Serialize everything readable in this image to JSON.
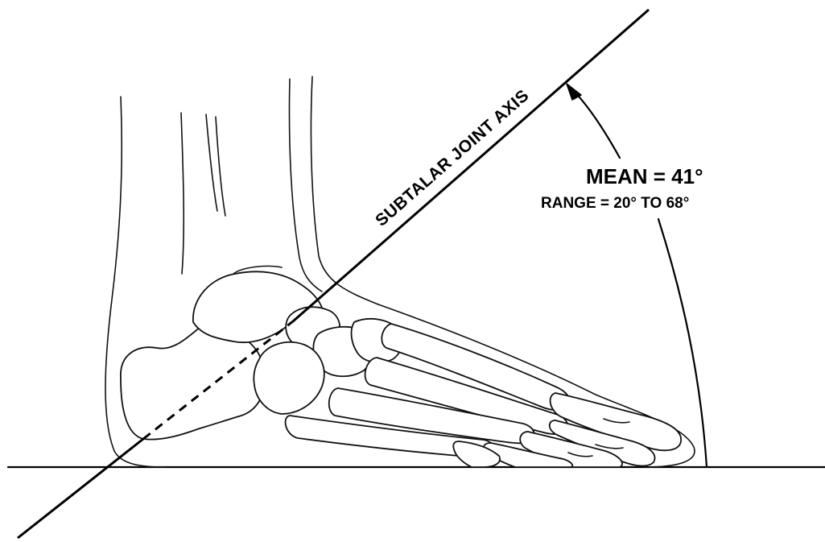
{
  "labels": {
    "axis_name": "SUBTALAR JOINT AXIS",
    "mean": "MEAN = 41°",
    "range": "RANGE = 20° TO 68°"
  },
  "angle": {
    "mean_degrees": 41,
    "range_min_degrees": 20,
    "range_max_degrees": 68
  }
}
